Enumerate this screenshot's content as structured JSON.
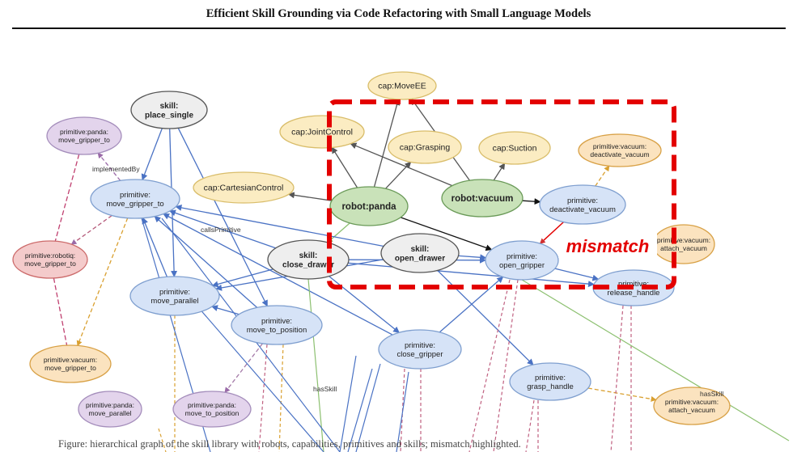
{
  "page": {
    "running_title": "Efficient Skill Grounding via Code Refactoring with Small Language Models",
    "caption_fragment": "Figure: hierarchical graph of the skill library with robots, capabilities, primitives and skills; mismatch highlighted."
  },
  "colors": {
    "skill_fill": "#eeeeee",
    "skill_stroke": "#555555",
    "robot_fill": "#c9e2b9",
    "robot_stroke": "#6a9a58",
    "cap_fill": "#fbecc2",
    "cap_stroke": "#d9bd6a",
    "prim_fill": "#d6e3f7",
    "prim_stroke": "#7f9fcf",
    "panda_fill": "#e3d4ec",
    "panda_stroke": "#a48dbb",
    "robotiq_fill": "#f4cbcb",
    "robotiq_stroke": "#cc6a6a",
    "vacuum_fill": "#fbe3bf",
    "vacuum_stroke": "#d8a146",
    "highlight": "#e30000",
    "blue_edge": "#4a72c4",
    "dark_edge": "#555555"
  },
  "nodes": [
    {
      "id": "cap_moveee",
      "label": [
        "cap:MoveEE"
      ],
      "kind": "cap"
    },
    {
      "id": "cap_joint",
      "label": [
        "cap:JointControl"
      ],
      "kind": "cap"
    },
    {
      "id": "cap_grasping",
      "label": [
        "cap:Grasping"
      ],
      "kind": "cap"
    },
    {
      "id": "cap_suction",
      "label": [
        "cap:Suction"
      ],
      "kind": "cap"
    },
    {
      "id": "cap_cartesian",
      "label": [
        "cap:CartesianControl"
      ],
      "kind": "cap"
    },
    {
      "id": "skill_place",
      "label": [
        "skill:",
        "place_single"
      ],
      "kind": "skill"
    },
    {
      "id": "robot_panda",
      "label": [
        "robot:panda"
      ],
      "kind": "robot"
    },
    {
      "id": "robot_vacuum",
      "label": [
        "robot:vacuum"
      ],
      "kind": "robot"
    },
    {
      "id": "skill_close_drawer",
      "label": [
        "skill:",
        "close_drawer"
      ],
      "kind": "skill"
    },
    {
      "id": "skill_open_drawer",
      "label": [
        "skill:",
        "open_drawer"
      ],
      "kind": "skill"
    },
    {
      "id": "prim_panda_move_gripper",
      "label": [
        "primitive:panda:",
        "move_gripper_to"
      ],
      "kind": "panda"
    },
    {
      "id": "prim_move_gripper",
      "label": [
        "primitive:",
        "move_gripper_to"
      ],
      "kind": "prim"
    },
    {
      "id": "prim_robotiq_move_gripper",
      "label": [
        "primitive:robotiq:",
        "move_gripper_to"
      ],
      "kind": "robotiq"
    },
    {
      "id": "prim_move_parallel",
      "label": [
        "primitive:",
        "move_parallel"
      ],
      "kind": "prim"
    },
    {
      "id": "prim_move_to_position",
      "label": [
        "primitive:",
        "move_to_position"
      ],
      "kind": "prim"
    },
    {
      "id": "prim_close_gripper",
      "label": [
        "primitive:",
        "close_gripper"
      ],
      "kind": "prim"
    },
    {
      "id": "prim_open_gripper",
      "label": [
        "primitive:",
        "open_gripper"
      ],
      "kind": "prim"
    },
    {
      "id": "prim_deactivate_vacuum",
      "label": [
        "primitive:",
        "deactivate_vacuum"
      ],
      "kind": "prim"
    },
    {
      "id": "prim_vac_deactivate",
      "label": [
        "primitive:vacuum:",
        "deactivate_vacuum"
      ],
      "kind": "vacuum"
    },
    {
      "id": "prim_vac_attach_top",
      "label": [
        "primitive:vacuum:",
        "attach_vacuum"
      ],
      "kind": "vacuum"
    },
    {
      "id": "prim_release_handle",
      "label": [
        "primitive:",
        "release_handle"
      ],
      "kind": "prim"
    },
    {
      "id": "prim_grasp_handle",
      "label": [
        "primitive:",
        "grasp_handle"
      ],
      "kind": "prim"
    },
    {
      "id": "prim_vac_attach",
      "label": [
        "primitive:vacuum:",
        "attach_vacuum"
      ],
      "kind": "vacuum"
    },
    {
      "id": "prim_vac_move_gripper",
      "label": [
        "primitive:vacuum:",
        "move_gripper_to"
      ],
      "kind": "vacuum"
    },
    {
      "id": "prim_panda_move_parallel",
      "label": [
        "primitive:panda:",
        "move_parallel"
      ],
      "kind": "panda"
    },
    {
      "id": "prim_panda_move_to_position",
      "label": [
        "primitive:panda:",
        "move_to_position"
      ],
      "kind": "panda"
    }
  ],
  "edge_labels": {
    "implemented_by": "implementedBy",
    "calls_primitive": "callsPrimitive",
    "has_skill_1": "hasSkill",
    "has_skill_2": "hasSkill"
  },
  "annotation": {
    "mismatch": "mismatch"
  }
}
